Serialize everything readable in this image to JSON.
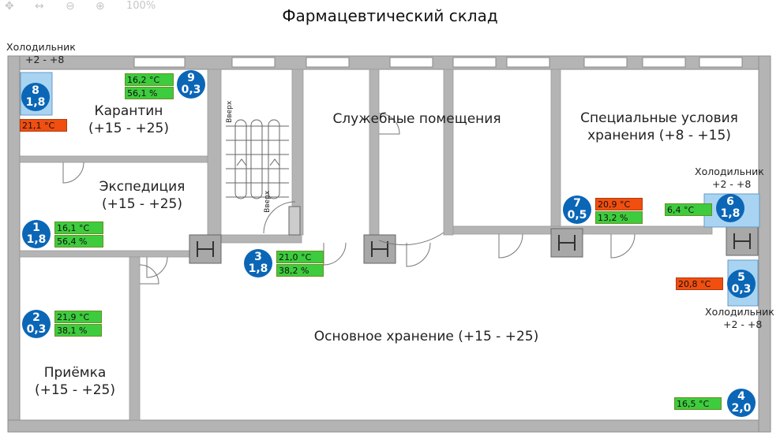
{
  "toolbar": {
    "zoom": "100%",
    "icons": [
      "move-icon",
      "fit-width-icon",
      "zoom-out-icon",
      "zoom-in-icon"
    ]
  },
  "title": "Фармацевтический склад",
  "rooms": {
    "quarantine": {
      "name": "Карантин",
      "range": "(+15 - +25)"
    },
    "expedition": {
      "name": "Экспедиция",
      "range": "(+15 - +25)"
    },
    "service": {
      "name": "Служебные помещения"
    },
    "special": {
      "name": "Специальные условия",
      "name2": "хранения (+8 - +15)"
    },
    "receiving": {
      "name": "Приёмка",
      "range": "(+15 - +25)"
    },
    "main": {
      "name": "Основное хранение (+15 - +25)"
    }
  },
  "fridges": {
    "f8": {
      "name": "Холодильник",
      "range": "+2 - +8"
    },
    "f6": {
      "name": "Холодильник",
      "range": "+2 - +8"
    },
    "f5": {
      "name": "Холодильник",
      "range": "+2 - +8"
    }
  },
  "stairs": {
    "up1": "Вверх",
    "up2": "Вверх"
  },
  "sensors": [
    {
      "num": "8",
      "val": "1,8"
    },
    {
      "num": "9",
      "val": "0,3"
    },
    {
      "num": "1",
      "val": "1,8"
    },
    {
      "num": "3",
      "val": "1,8"
    },
    {
      "num": "7",
      "val": "0,5"
    },
    {
      "num": "6",
      "val": "1,8"
    },
    {
      "num": "5",
      "val": "0,3"
    },
    {
      "num": "2",
      "val": "0,3"
    },
    {
      "num": "4",
      "val": "2,0"
    }
  ],
  "readings": {
    "r8t": "21,1 °C",
    "r9t": "16,2 °C",
    "r9h": "56,1 %",
    "r1t": "16,1 °C",
    "r1h": "56,4 %",
    "r3t": "21,0 °C",
    "r3h": "38,2 %",
    "r7t": "20,9 °C",
    "r7h": "13,2 %",
    "r6t": "6,4 °C",
    "r5t": "20,8 °C",
    "r2t": "21,9 °C",
    "r2h": "38,1 %",
    "r4t": "16,5 °C"
  },
  "colors": {
    "wall": "#b4b4b4",
    "sensor": "#0b66b6",
    "ok": "#3dcc3d",
    "alarm": "#f04f10",
    "fridge": "#a8d4f2"
  }
}
